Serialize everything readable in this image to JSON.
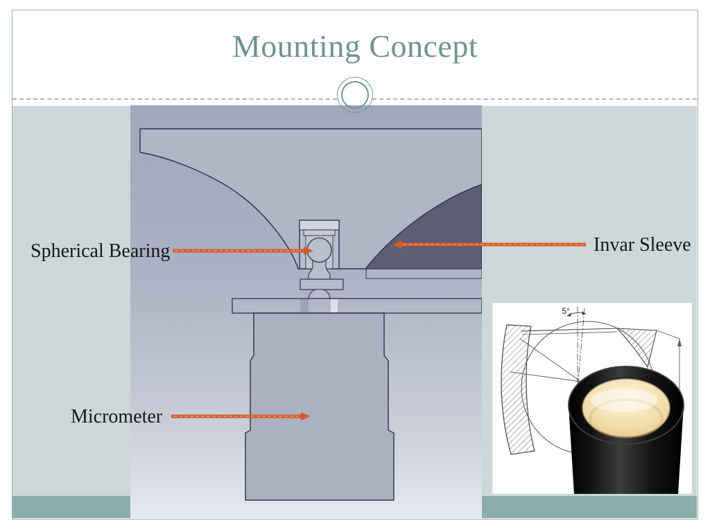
{
  "slide": {
    "title": "Mounting Concept",
    "title_color": "#6F9290",
    "background_color": "#CDD7D7",
    "footer_band_color": "#8AADAA"
  },
  "diagram": {
    "type": "cad-cross-section",
    "arrow_color": "#D7592C",
    "label_color": "#17171F",
    "callouts": [
      {
        "label": "Spherical Bearing",
        "arrow_direction": "right"
      },
      {
        "label": "Invar Sleeve",
        "arrow_direction": "left"
      },
      {
        "label": "Micrometer",
        "arrow_direction": "right"
      }
    ]
  },
  "inset": {
    "angle_label": "5°"
  }
}
